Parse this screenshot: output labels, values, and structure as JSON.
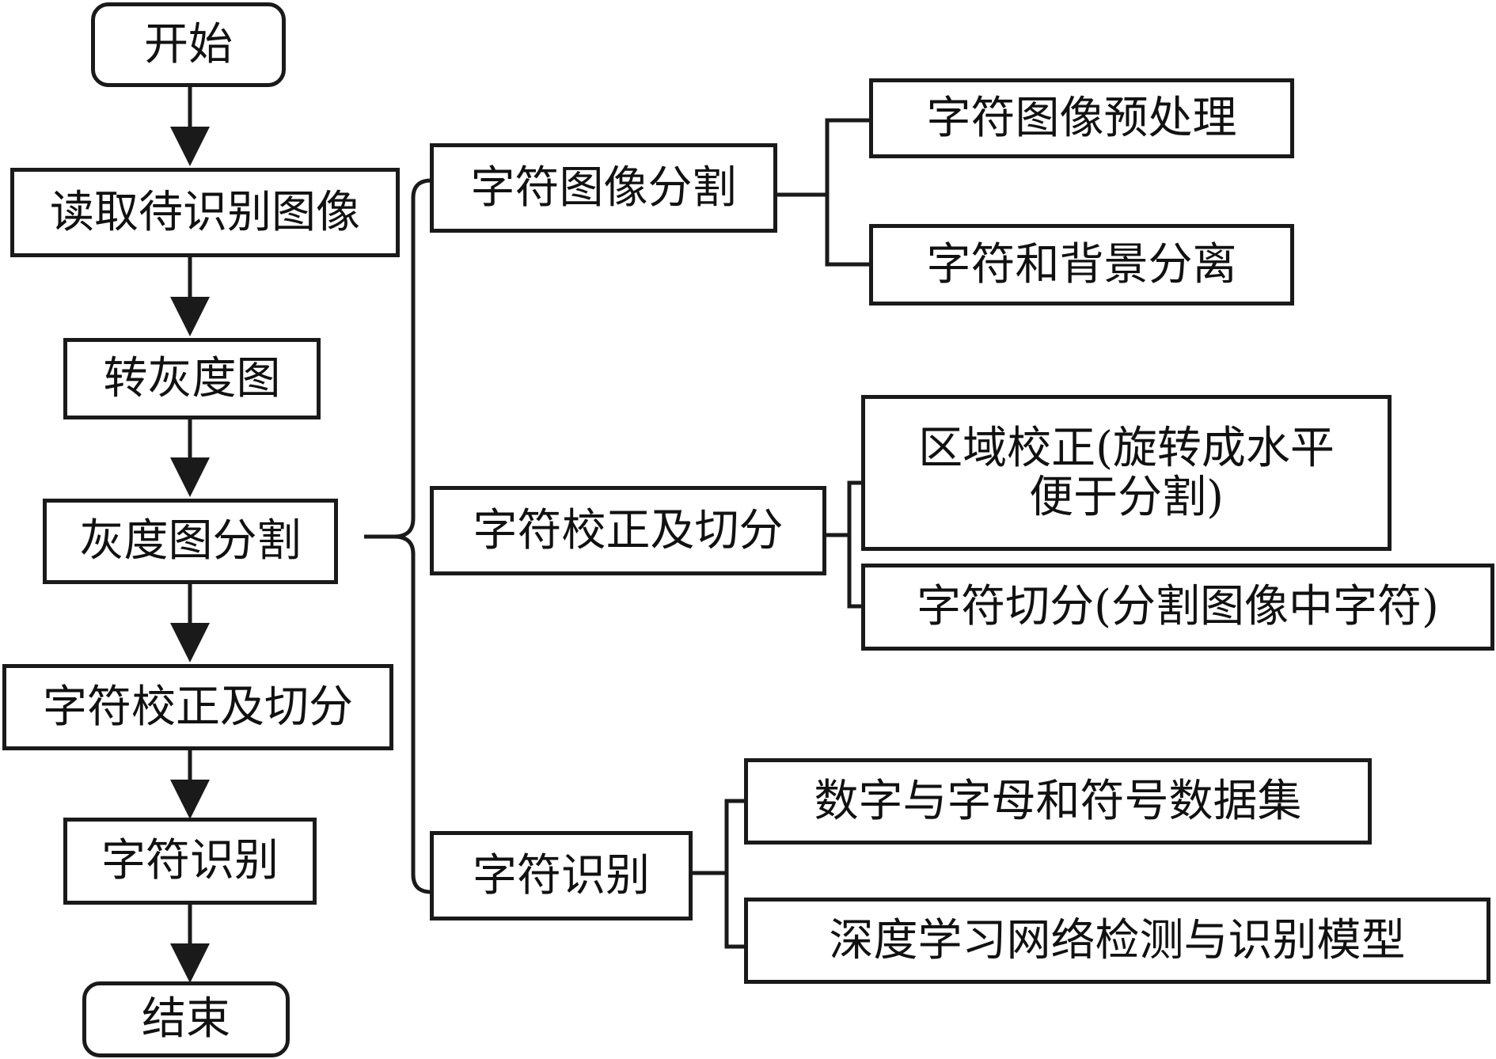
{
  "flow": {
    "start": "开始",
    "steps": [
      "读取待识别图像",
      "转灰度图",
      "灰度图分割",
      "字符校正及切分",
      "字符识别"
    ],
    "end": "结束"
  },
  "groups": [
    {
      "label": "字符图像分割",
      "children": [
        "字符图像预处理",
        "字符和背景分离"
      ]
    },
    {
      "label": "字符校正及切分",
      "children": [
        "区域校正(旋转成水平",
        "便于分割)",
        "字符切分(分割图像中字符)"
      ]
    },
    {
      "label": "字符识别",
      "children": [
        "数字与字母和符号数据集",
        "深度学习网络检测与识别模型"
      ]
    }
  ]
}
